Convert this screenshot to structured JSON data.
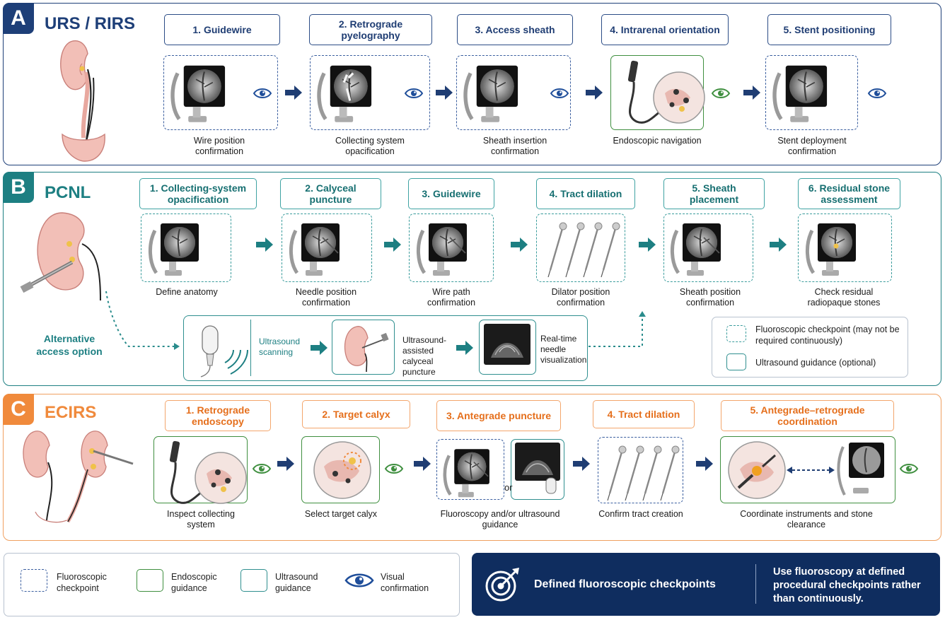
{
  "colors": {
    "navy": "#1e3f78",
    "teal": "#1d7f82",
    "orange": "#f08a3c",
    "green": "#3f8f3f"
  },
  "panel_a": {
    "letter": "A",
    "title": "URS / RIRS",
    "steps": [
      {
        "label": "1. Guidewire",
        "caption": "Wire position confirmation",
        "box": "fluoroscopic",
        "icon": "fluoroscopy-monitor-icon"
      },
      {
        "label": "2. Retrograde pyelography",
        "caption": "Collecting system opacification",
        "box": "fluoroscopic",
        "icon": "fluoroscopy-monitor-icon"
      },
      {
        "label": "3. Access sheath",
        "caption": "Sheath insertion confirmation",
        "box": "fluoroscopic",
        "icon": "fluoroscopy-monitor-icon"
      },
      {
        "label": "4. Intrarenal orientation",
        "caption": "Endoscopic navigation",
        "box": "endoscopic",
        "icon": "endoscope-icon"
      },
      {
        "label": "5. Stent positioning",
        "caption": "Stent deployment confirmation",
        "box": "fluoroscopic",
        "icon": "fluoroscopy-monitor-icon"
      }
    ]
  },
  "panel_b": {
    "letter": "B",
    "title": "PCNL",
    "steps": [
      {
        "label": "1. Collecting-system opacification",
        "caption": "Define anatomy",
        "icon": "fluoroscopy-monitor-icon"
      },
      {
        "label": "2. Calyceal puncture",
        "caption": "Needle position confirmation",
        "icon": "fluoroscopy-monitor-icon"
      },
      {
        "label": "3. Guidewire",
        "caption": "Wire path confirmation",
        "icon": "fluoroscopy-monitor-icon"
      },
      {
        "label": "4. Tract dilation",
        "caption": "Dilator position confirmation",
        "icon": "dilators-icon"
      },
      {
        "label": "5. Sheath placement",
        "caption": "Sheath position confirmation",
        "icon": "fluoroscopy-monitor-icon"
      },
      {
        "label": "6. Residual stone assessment",
        "caption": "Check residual radiopaque stones",
        "icon": "fluoroscopy-monitor-icon"
      }
    ],
    "alternative": "Alternative access option",
    "ultrasound_steps": [
      "Ultrasound scanning",
      "Ultrasound-assisted calyceal puncture",
      "Real-time needle visualization"
    ],
    "legend": {
      "fluoro": "Fluoroscopic checkpoint (may not be required continuously)",
      "us": "Ultrasound guidance (optional)"
    }
  },
  "panel_c": {
    "letter": "C",
    "title": "ECIRS",
    "steps": [
      {
        "label": "1. Retrograde endoscopy",
        "caption": "Inspect collecting system",
        "box": "endoscopic"
      },
      {
        "label": "2. Target calyx",
        "caption": "Select target calyx",
        "box": "endoscopic"
      },
      {
        "label": "3. Antegrade puncture",
        "caption": "Fluoroscopy and/or ultrasound guidance",
        "box": "mixed",
        "or": "or"
      },
      {
        "label": "4. Tract dilation",
        "caption": "Confirm tract creation",
        "box": "fluoroscopic"
      },
      {
        "label": "5. Antegrade–retrograde coordination",
        "caption": "Coordinate instruments and stone clearance",
        "box": "endoscopic"
      }
    ]
  },
  "legend": {
    "fluoroscopic": "Fluoroscopic checkpoint",
    "endoscopic": "Endoscopic guidance",
    "ultrasound": "Ultrasound guidance",
    "visual": "Visual confirmation"
  },
  "banner": {
    "title": "Defined fluoroscopic checkpoints",
    "text": "Use fluoroscopy at defined procedural checkpoints rather than continuously.",
    "icon": "target-icon"
  }
}
